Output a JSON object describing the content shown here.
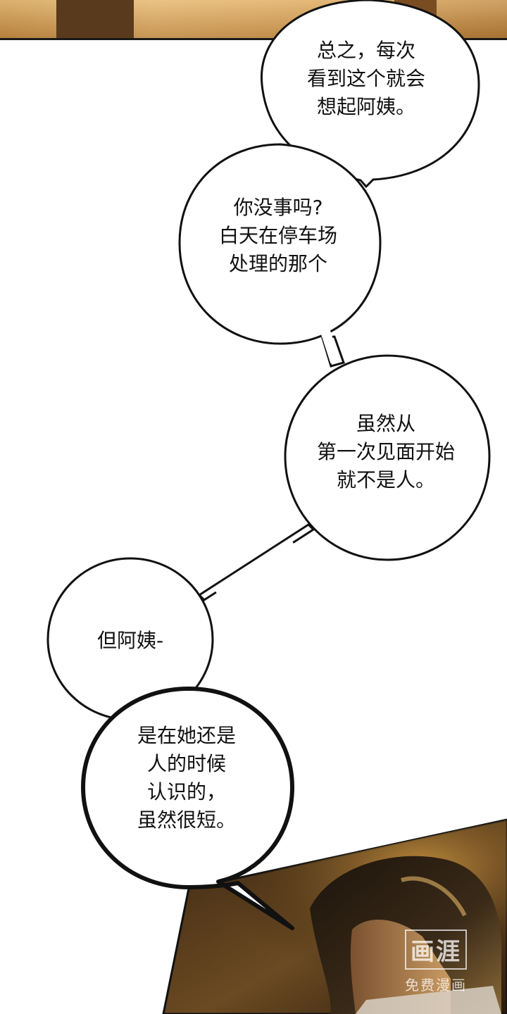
{
  "bubbles": [
    {
      "id": "b1",
      "text": "总之，每次\n看到这个就会\n想起阿姨。"
    },
    {
      "id": "b2",
      "text": "你没事吗?\n白天在停车场\n处理的那个"
    },
    {
      "id": "b3",
      "text": "虽然从\n第一次见面开始\n就不是人。"
    },
    {
      "id": "b4",
      "text": "但阿姨-"
    },
    {
      "id": "b5",
      "text": "是在她还是\n人的时候\n认识的，\n虽然很短。"
    }
  ],
  "watermark": {
    "logo": "画涯",
    "caption": "免费漫画"
  },
  "colors": {
    "panel_warm": "#c9954a",
    "panel_dark": "#2a1a0c",
    "bubble_fill": "#ffffff",
    "bubble_stroke": "#111111"
  }
}
